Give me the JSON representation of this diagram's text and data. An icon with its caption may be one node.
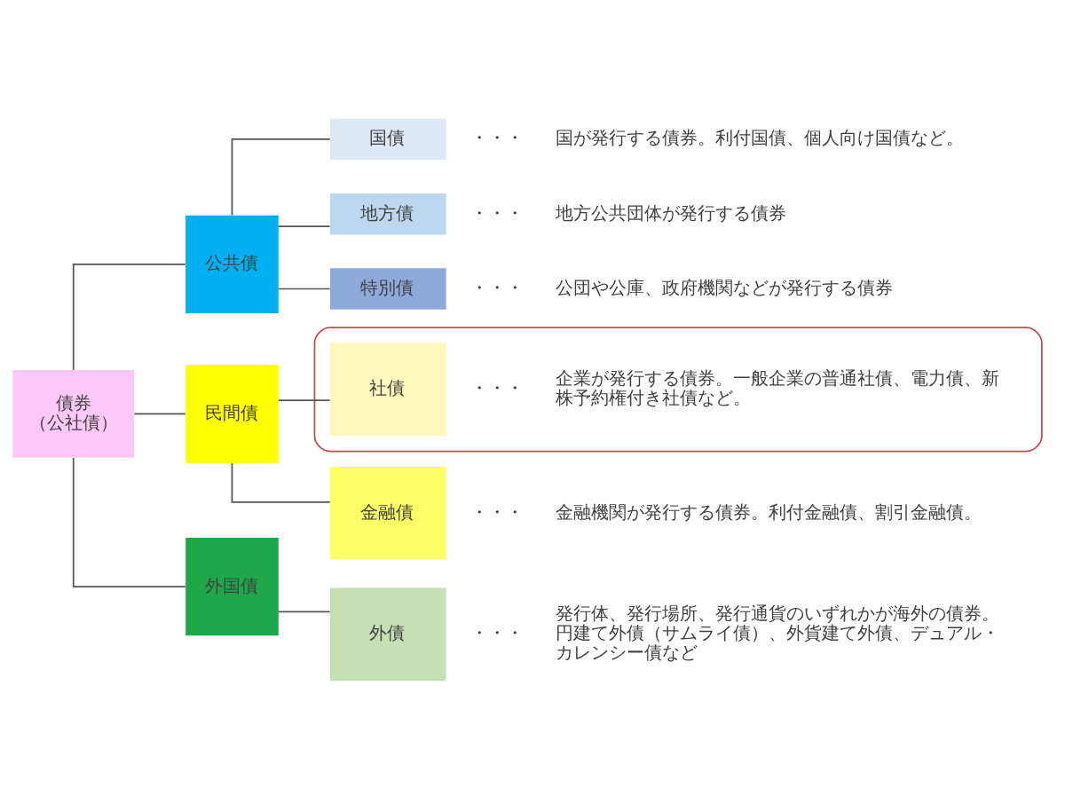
{
  "diagram": {
    "nodes": [
      {
        "text": [
          "債券",
          "（公社債）"
        ]
      },
      {
        "text": [
          "公共債"
        ]
      },
      {
        "text": [
          "国債"
        ],
        "beside": [
          "・・・",
          "国が発行する債券。利付国債、個人向け国債など。"
        ]
      },
      {
        "text": [
          "地方債"
        ],
        "beside": [
          "・・・",
          "地方公共団体が発行する債券"
        ]
      },
      {
        "text": [
          "特別債"
        ],
        "beside": [
          "・・・",
          "公団や公庫、政府機関などが発行する債券"
        ]
      },
      {
        "text": [
          "民間債"
        ]
      },
      {
        "text": [],
        "shape": "ellipse"
      },
      {
        "text": [
          "社債"
        ],
        "in": 6,
        "beside": [
          "・・・",
          "企業が発行する債券。一般企業の普通社債、電力債、新株予約権付き社債など。"
        ]
      },
      {
        "text": [
          "金融債"
        ],
        "beside": [
          "・・・",
          "金融機関が発行する債券。利付金融債、割引金融債。"
        ]
      },
      {
        "text": [
          "外国債"
        ]
      },
      {
        "text": [
          "外債"
        ],
        "beside": [
          "・・・",
          "発行体、発行場所、発行通貨のいずれかが海外の債券。円建て外債（サムライ債）、外貨建て外債、デュアル・カレンシー債など"
        ]
      }
    ],
    "edges": [
      {
        "from": 0,
        "to": 1,
        "arrow": "none"
      },
      {
        "from": 0,
        "to": 5,
        "arrow": "none"
      },
      {
        "from": 0,
        "to": 9,
        "arrow": "none"
      },
      {
        "from": 1,
        "to": 2,
        "arrow": "none"
      },
      {
        "from": 1,
        "to": 3,
        "arrow": "none"
      },
      {
        "from": 1,
        "to": 4,
        "arrow": "none"
      },
      {
        "from": 5,
        "to": 7,
        "arrow": "none"
      },
      {
        "from": 5,
        "to": 8,
        "arrow": "none"
      },
      {
        "from": 9,
        "to": 10,
        "arrow": "none"
      }
    ]
  }
}
